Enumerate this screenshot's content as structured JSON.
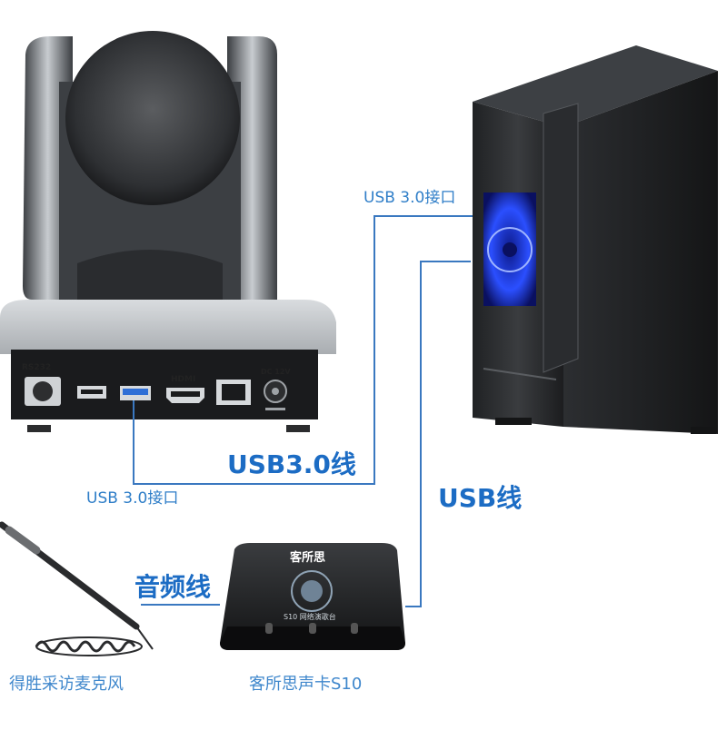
{
  "labels": {
    "camera_usb_port": "USB 3.0接口",
    "pc_usb_port": "USB 3.0接口",
    "usb30_cable": "USB3.0线",
    "usb_cable": "USB线",
    "audio_cable": "音频线"
  },
  "captions": {
    "microphone": "得胜采访麦克风",
    "sound_card": "客所思声卡S10"
  },
  "camera_ports": {
    "rs232": "RS232",
    "hdmi": "HDMI",
    "dc": "DC 12V"
  },
  "sound_card": {
    "brand": "客所思",
    "model": "S10 网络演歌台"
  },
  "colors": {
    "line": "#3a78c0",
    "label": "#2f7ec8",
    "fan_glow": "#2b4fff"
  }
}
